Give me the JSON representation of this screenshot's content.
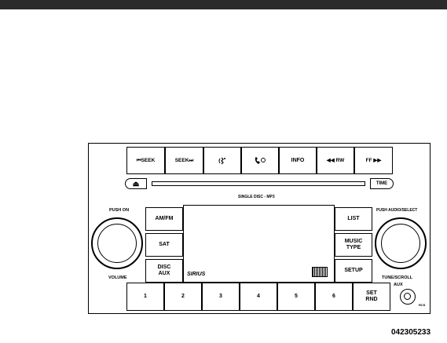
{
  "radio": {
    "top_buttons": [
      {
        "key": "seek_back",
        "label": "⏮SEEK"
      },
      {
        "key": "seek_fwd",
        "label": "SEEK⏭"
      },
      {
        "key": "voice",
        "label": ""
      },
      {
        "key": "phone",
        "label": ""
      },
      {
        "key": "info",
        "label": "INFO"
      },
      {
        "key": "rw",
        "label": "◀◀ RW"
      },
      {
        "key": "ff",
        "label": "FF ▶▶"
      }
    ],
    "eject_label": "⏏",
    "time_label": "TIME",
    "slot_label": "SINGLE DISC - MP3",
    "left_buttons": [
      "AM/FM",
      "SAT",
      "DISC\nAUX"
    ],
    "right_buttons": [
      "LIST",
      "MUSIC\nTYPE",
      "SETUP"
    ],
    "preset_buttons": [
      "1",
      "2",
      "3",
      "4",
      "5",
      "6"
    ],
    "set_rnd_label": "SET\nRND",
    "push_on_label": "PUSH ON",
    "volume_label": "VOLUME",
    "push_audio_label": "PUSH AUDIO/SELECT",
    "tune_label": "TUNE/SCROLL",
    "aux_label": "AUX",
    "rcs_label": "RCS",
    "sirius_label": "SIRIUS"
  },
  "figure_id": "042305233"
}
